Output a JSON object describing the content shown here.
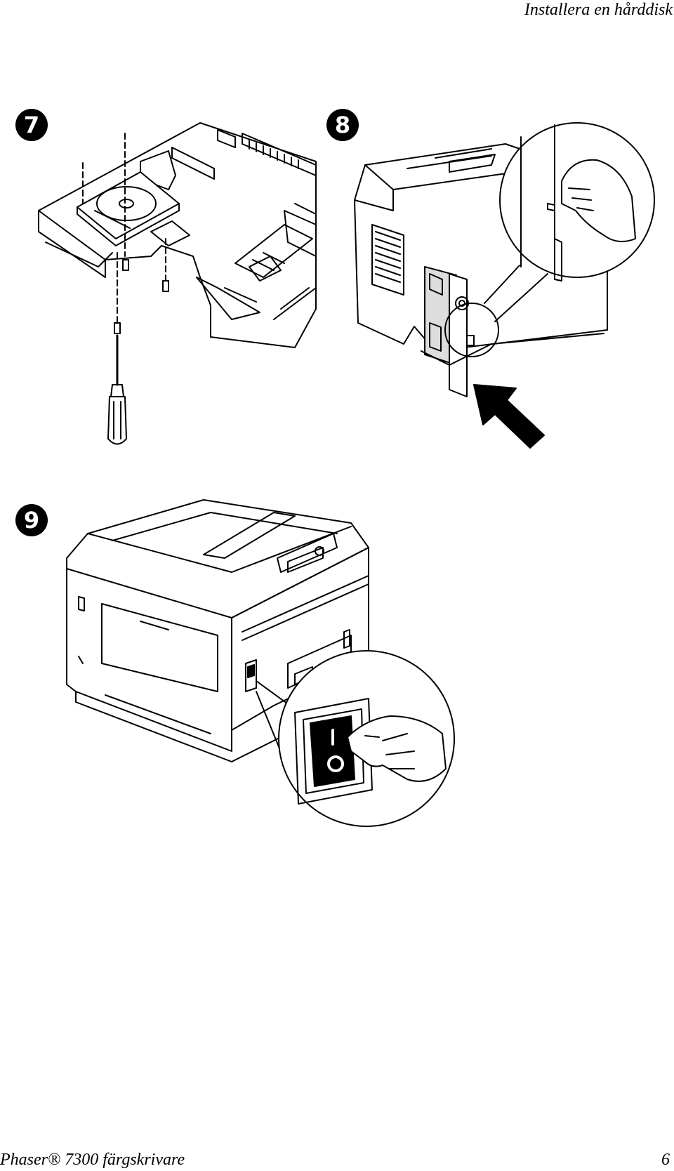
{
  "header": {
    "title": "Installera en hårddisk"
  },
  "steps": [
    {
      "number": "7"
    },
    {
      "number": "8"
    },
    {
      "number": "9"
    }
  ],
  "footer": {
    "product": "Phaser® 7300 färgskrivare",
    "page_number": "6"
  },
  "icons": [
    "hard-drive-illustration",
    "screwdriver-icon",
    "arrow-icon",
    "printer-illustration",
    "power-switch-icon",
    "hand-icon"
  ]
}
